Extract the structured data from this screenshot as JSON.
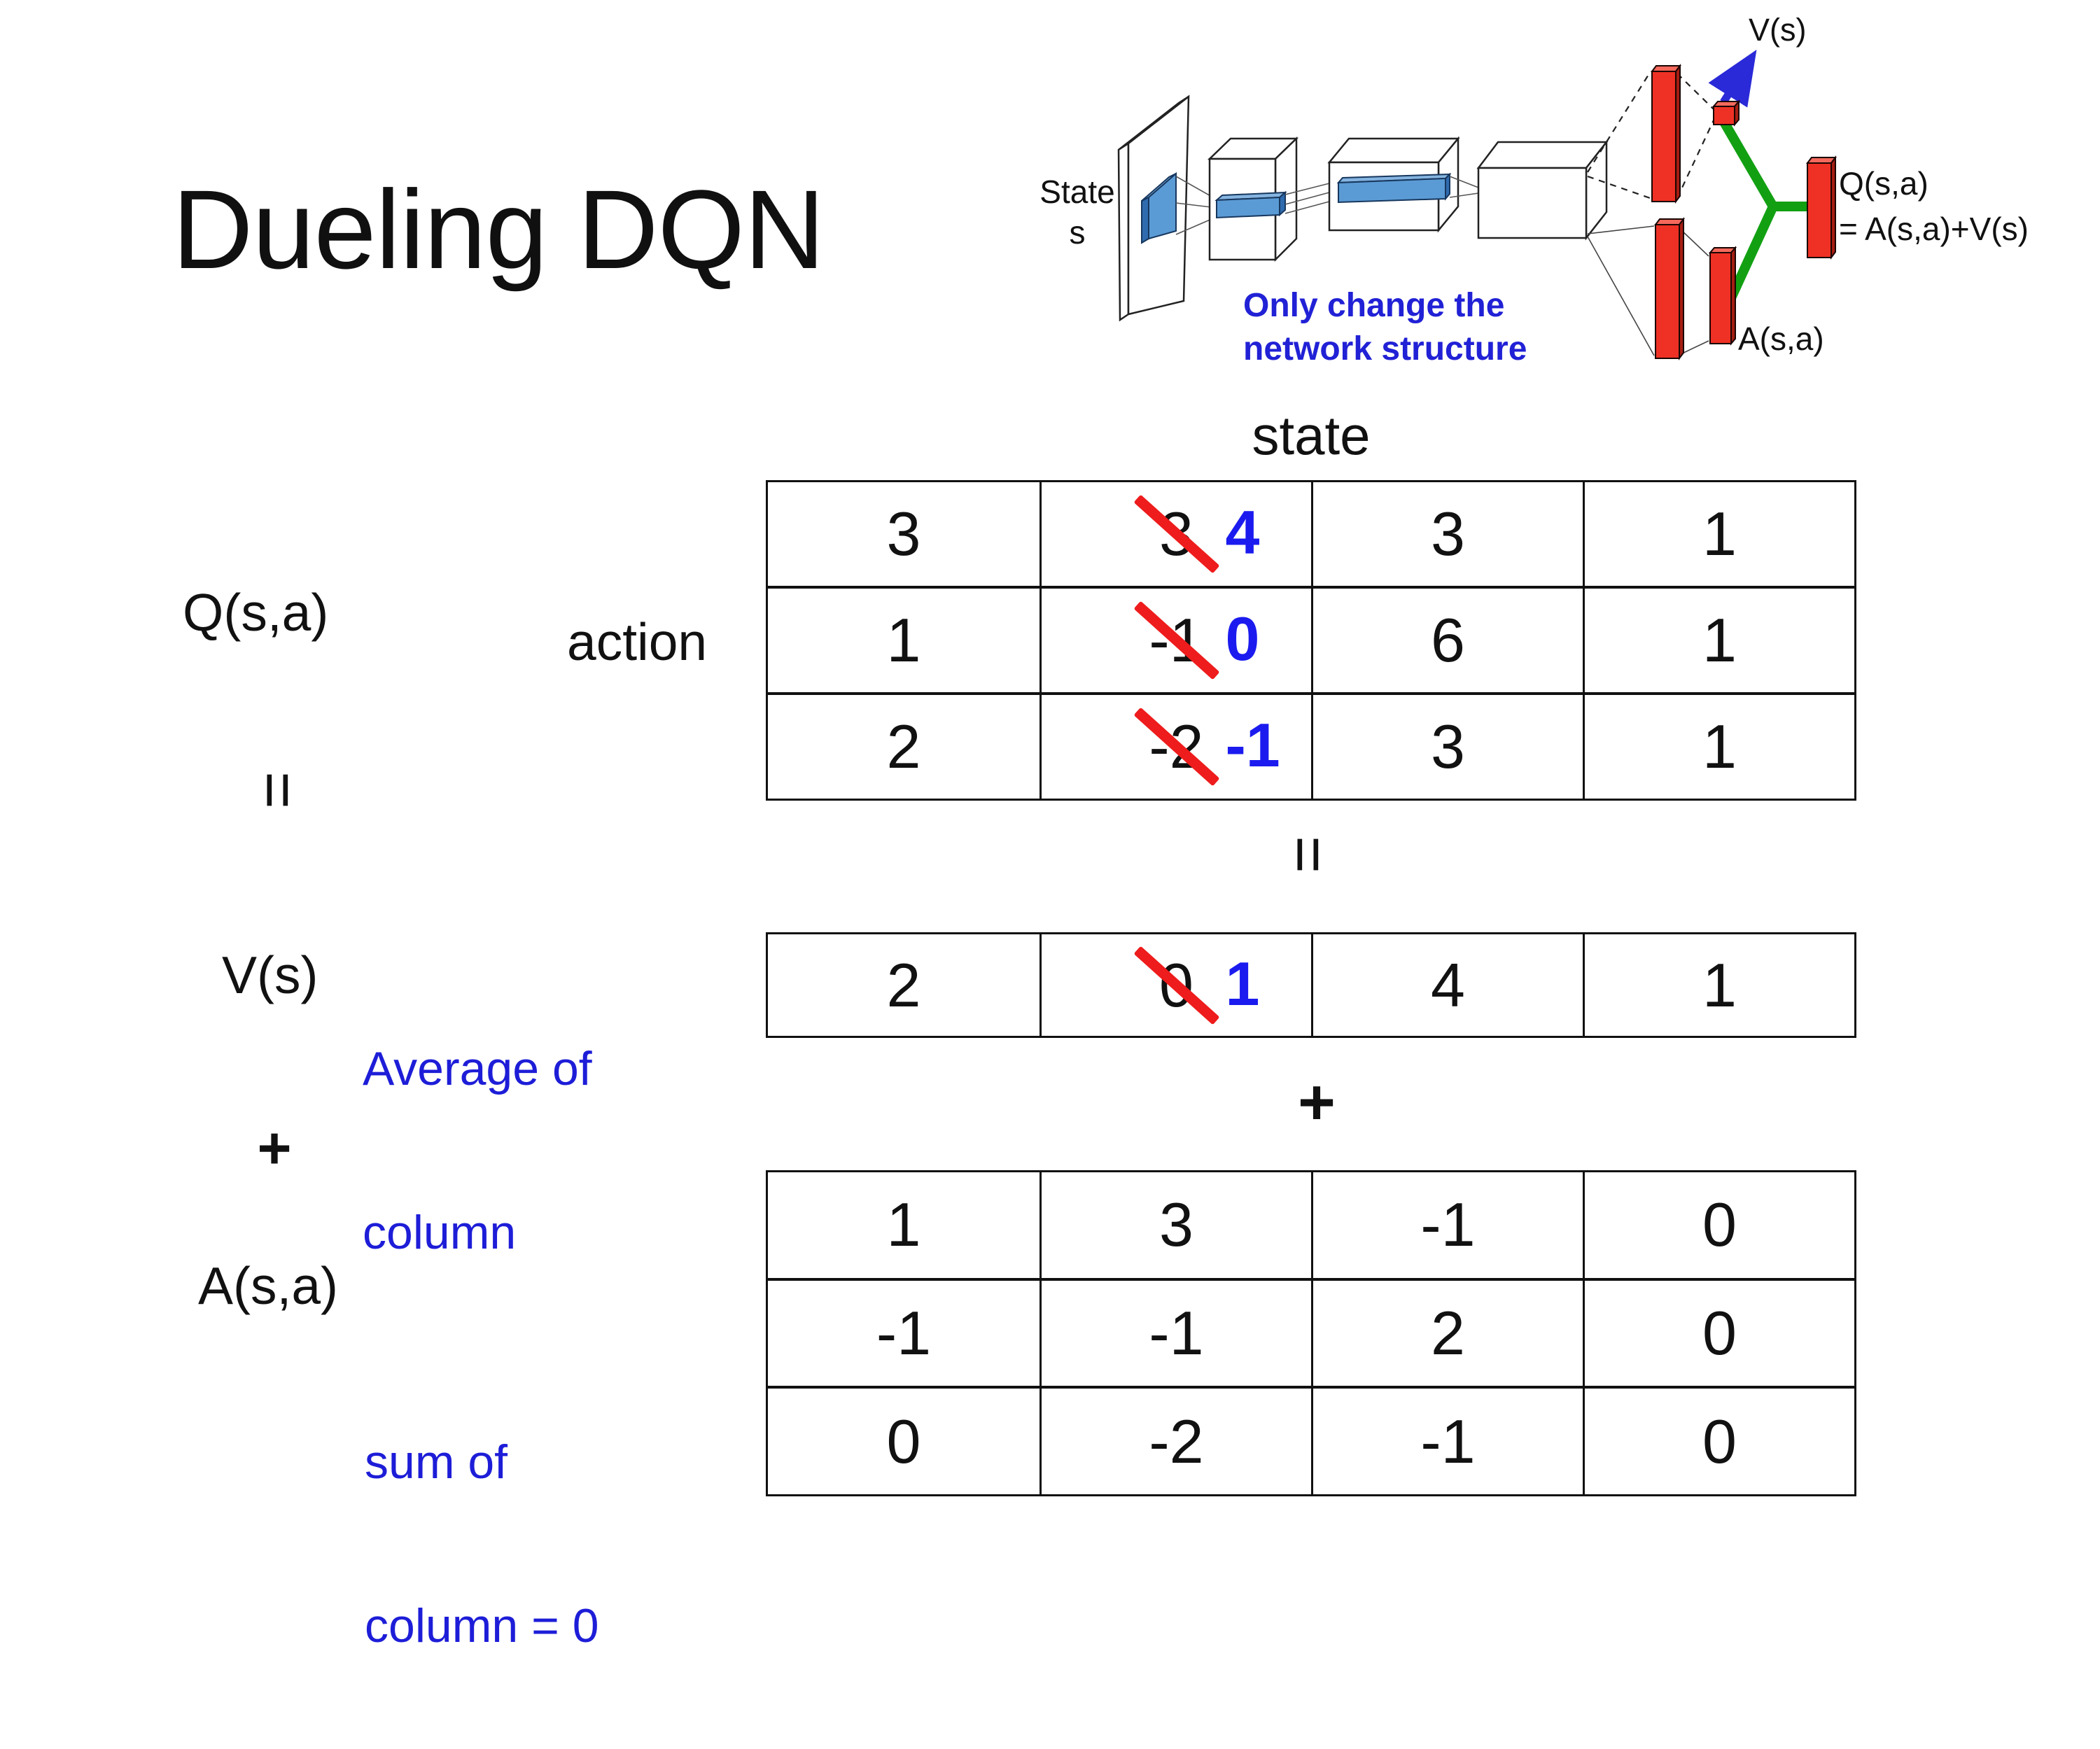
{
  "slide": {
    "title": "Dueling DQN"
  },
  "colors": {
    "text_black": "#111111",
    "accent_blue": "#1b1bef",
    "note_blue": "#1d1dd8",
    "strike_red": "#ee1c1c",
    "bar_red": "#ee3124",
    "slab_blue": "#5b9bd5",
    "branch_green": "#12a012",
    "arrow_blue": "#2a2ad8"
  },
  "diagram": {
    "state_line1": "State",
    "state_line2": "s",
    "note_line1": "Only change the",
    "note_line2": "network structure",
    "v_out_label": "V(s)",
    "q_out_label": "Q(s,a)",
    "q_out_formula": "= A(s,a)+V(s)",
    "a_out_label": "A(s,a)"
  },
  "matrix_section": {
    "state_header": "state",
    "action_label": "action",
    "q_label": "Q(s,a)",
    "v_label": "V(s)",
    "a_label": "A(s,a)",
    "equals_left": "=",
    "equals_mid": "=",
    "plus_left": "+",
    "plus_mid": "+",
    "avg_note_line1": "Average of",
    "avg_note_line2": "column",
    "sum_note_line1": "sum of",
    "sum_note_line2": "column = 0"
  },
  "tables": {
    "q": {
      "rows": [
        [
          "3",
          {
            "old": "3",
            "new": "4"
          },
          "3",
          "1"
        ],
        [
          "1",
          {
            "old": "-1",
            "new": "0"
          },
          "6",
          "1"
        ],
        [
          "2",
          {
            "old": "-2",
            "new": "-1"
          },
          "3",
          "1"
        ]
      ]
    },
    "v": {
      "rows": [
        [
          "2",
          {
            "old": "0",
            "new": "1"
          },
          "4",
          "1"
        ]
      ]
    },
    "a": {
      "rows": [
        [
          "1",
          "3",
          "-1",
          "0"
        ],
        [
          "-1",
          "-1",
          "2",
          "0"
        ],
        [
          "0",
          "-2",
          "-1",
          "0"
        ]
      ]
    }
  }
}
